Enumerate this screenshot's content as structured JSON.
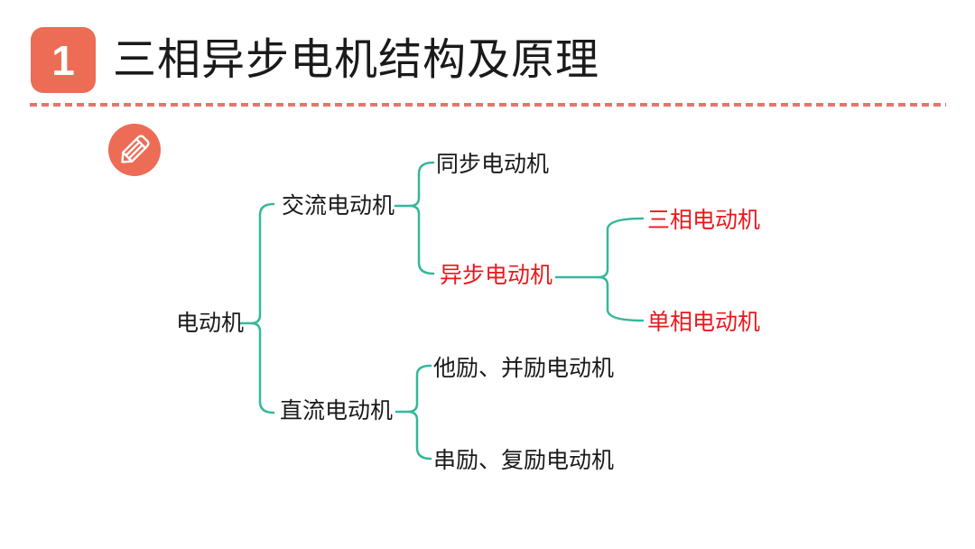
{
  "header": {
    "section_number": "1",
    "title": "三相异步电机结构及原理"
  },
  "icons": {
    "pencil": "pencil-icon"
  },
  "colors": {
    "accent_orange": "#ED6C55",
    "divider_dash": "#E5756C",
    "connector_teal": "#35B79B",
    "highlight_red": "#E8191C",
    "text_black": "#1A1A1A"
  },
  "tree": {
    "root": {
      "label": "电动机",
      "emphasis": false,
      "children": [
        {
          "label": "交流电动机",
          "emphasis": false,
          "children": [
            {
              "label": "同步电动机",
              "emphasis": false,
              "children": []
            },
            {
              "label": "异步电动机",
              "emphasis": true,
              "children": [
                {
                  "label": "三相电动机",
                  "emphasis": true,
                  "children": []
                },
                {
                  "label": "单相电动机",
                  "emphasis": true,
                  "children": []
                }
              ]
            }
          ]
        },
        {
          "label": "直流电动机",
          "emphasis": false,
          "children": [
            {
              "label": "他励、并励电动机",
              "emphasis": false,
              "children": []
            },
            {
              "label": "串励、复励电动机",
              "emphasis": false,
              "children": []
            }
          ]
        }
      ]
    }
  }
}
